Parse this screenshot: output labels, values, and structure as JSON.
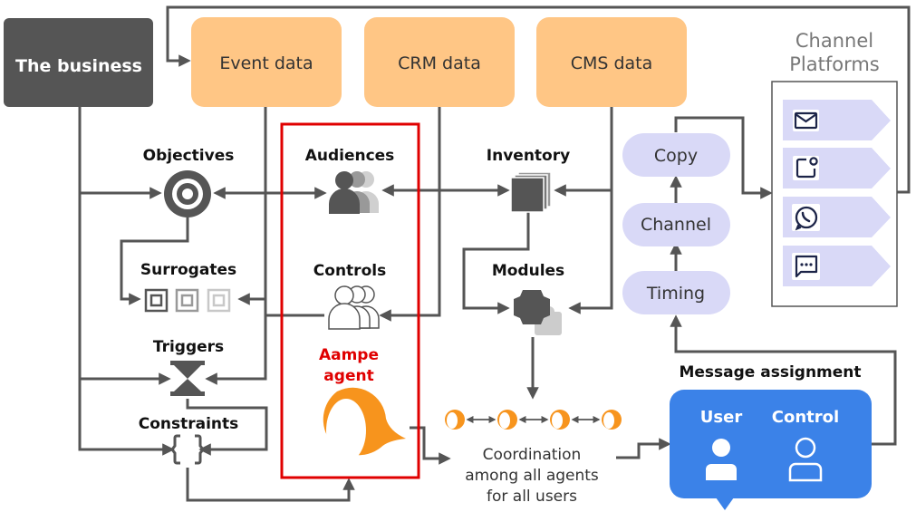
{
  "colors": {
    "business_fill": "#555555",
    "data_source_fill": "#FFC685",
    "agent_red": "#E00000",
    "agent_orange": "#F7941D",
    "step_fill": "#D9D9F7",
    "assignment_blue": "#3B82E8",
    "wire_gray": "#555555"
  },
  "business": {
    "label": "The business"
  },
  "data_sources": [
    {
      "label": "Event data"
    },
    {
      "label": "CRM data"
    },
    {
      "label": "CMS data"
    }
  ],
  "channel_platforms": {
    "title_line1": "Channel",
    "title_line2": "Platforms",
    "channels": [
      {
        "icon": "email-icon"
      },
      {
        "icon": "push-notification-icon"
      },
      {
        "icon": "whatsapp-icon"
      },
      {
        "icon": "sms-chat-icon"
      }
    ]
  },
  "left_nodes": {
    "objectives": "Objectives",
    "surrogates": "Surrogates",
    "triggers": "Triggers",
    "constraints": "Constraints"
  },
  "middle_nodes": {
    "audiences": "Audiences",
    "controls": "Controls",
    "agent_line1": "Aampe",
    "agent_line2": "agent"
  },
  "right_nodes": {
    "inventory": "Inventory",
    "modules": "Modules"
  },
  "decision_steps": {
    "copy": "Copy",
    "channel": "Channel",
    "timing": "Timing"
  },
  "coordination": {
    "line1": "Coordination",
    "line2": "among all agents",
    "line3": "for all users"
  },
  "message_assignment": {
    "title": "Message assignment",
    "user": "User",
    "control": "Control"
  }
}
